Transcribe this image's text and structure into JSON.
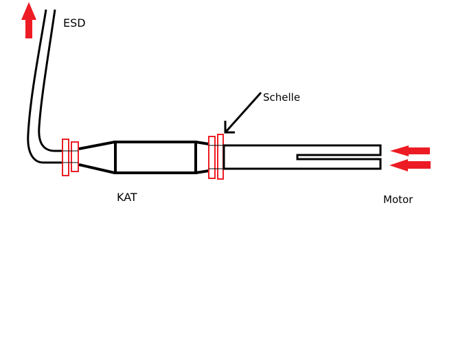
{
  "labels": {
    "esd": "ESD",
    "schelle": "Schelle",
    "kat": "KAT",
    "motor": "Motor"
  },
  "colors": {
    "line": "#000000",
    "clamp": "#ed1c24",
    "flow_arrow": "#ed1c24"
  }
}
